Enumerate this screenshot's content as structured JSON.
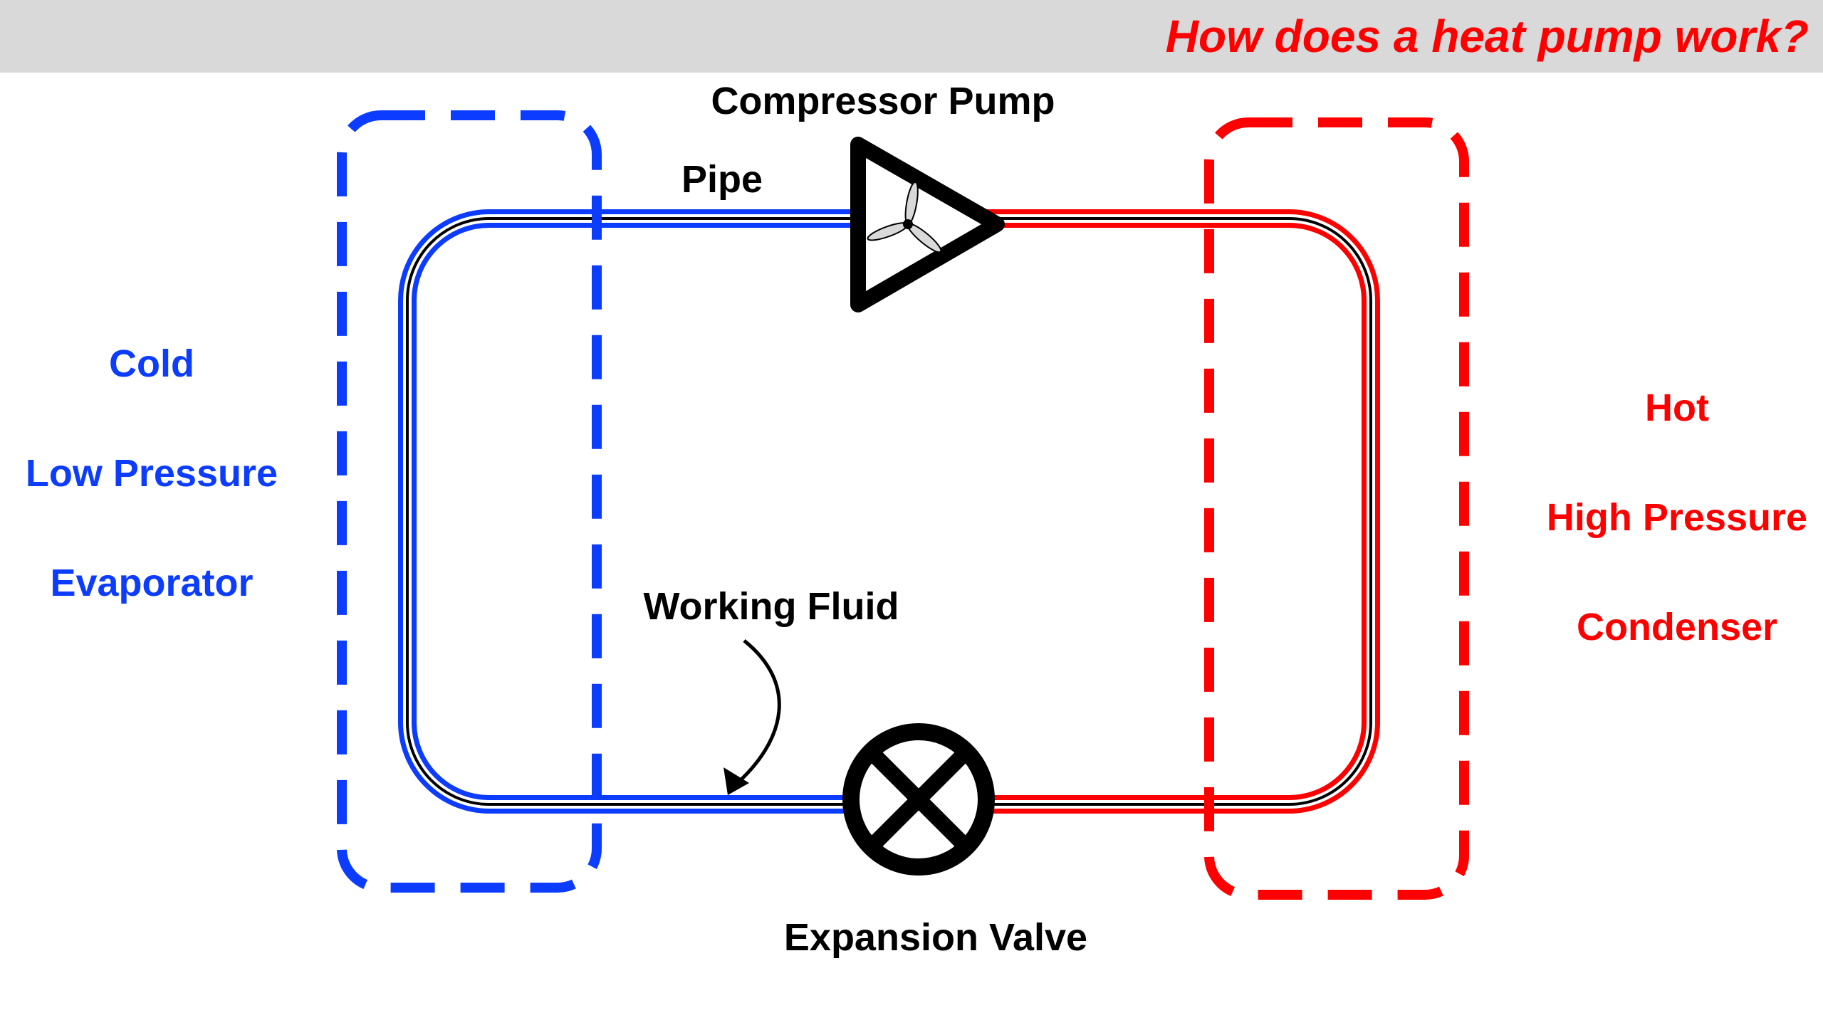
{
  "title": "How does a heat pump work?",
  "colors": {
    "cold": "#0b3cff",
    "hot": "#ff0000",
    "outline": "#000000",
    "title": "#ff0000",
    "title_bar": "#d9d9d9"
  },
  "cold_side": {
    "labels": [
      "Cold",
      "Low Pressure",
      "Evaporator"
    ]
  },
  "hot_side": {
    "labels": [
      "Hot",
      "High Pressure",
      "Condenser"
    ]
  },
  "components": {
    "compressor": "Compressor Pump",
    "pipe": "Pipe",
    "working_fluid": "Working Fluid",
    "expansion_valve": "Expansion Valve"
  },
  "icons": {
    "compressor": "compressor-triangle-with-fan-icon",
    "expansion_valve": "circled-x-valve-icon"
  }
}
